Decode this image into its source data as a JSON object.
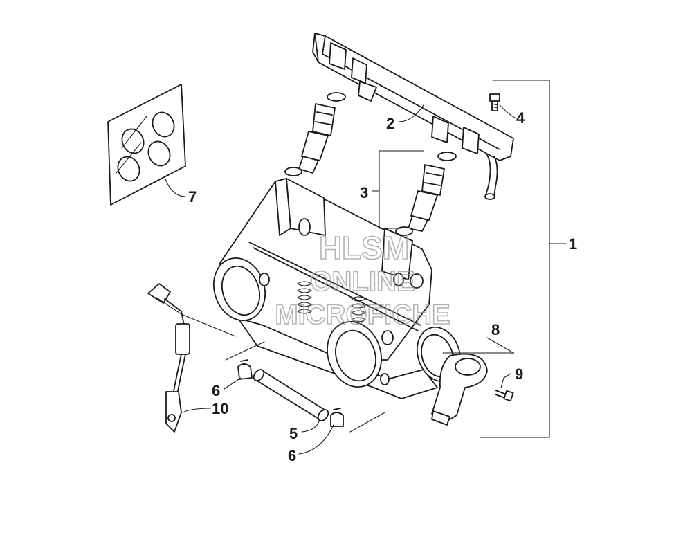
{
  "parts": {
    "p1": "1",
    "p2": "2",
    "p3": "3",
    "p4": "4",
    "p5": "5",
    "p6a": "6",
    "p6b": "6",
    "p7": "7",
    "p8": "8",
    "p9": "9",
    "p10": "10"
  },
  "watermark": {
    "line1": "HLSM",
    "line2": "ONLINE",
    "line3": "MICROFICHE"
  }
}
